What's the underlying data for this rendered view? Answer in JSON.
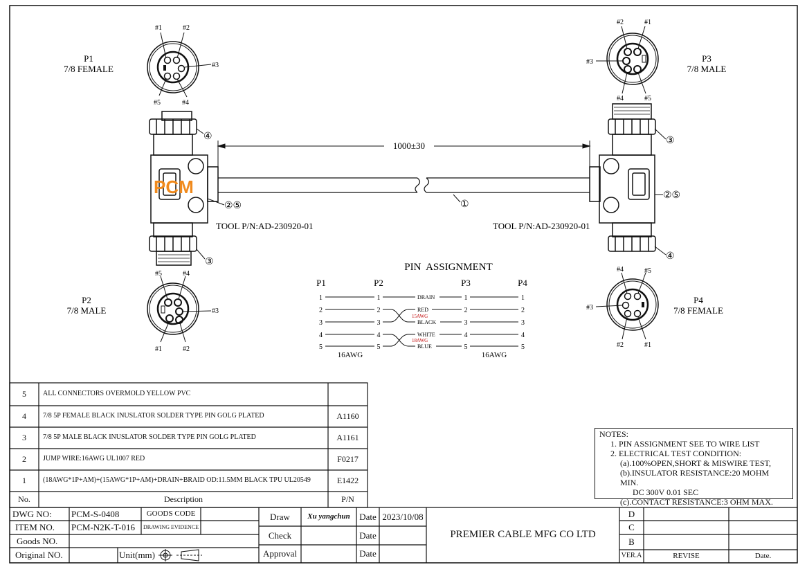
{
  "connectors": {
    "p1": {
      "name": "P1",
      "type": "7/8 FEMALE",
      "pins": [
        "#1",
        "#2",
        "#3",
        "#4",
        "#5"
      ]
    },
    "p2": {
      "name": "P2",
      "type": "7/8 MALE",
      "pins": [
        "#5",
        "#4",
        "#3",
        "#1",
        "#2"
      ]
    },
    "p3": {
      "name": "P3",
      "type": "7/8 MALE",
      "pins": [
        "#2",
        "#1",
        "#3",
        "#4",
        "#5"
      ]
    },
    "p4": {
      "name": "P4",
      "type": "7/8 FEMALE",
      "pins": [
        "#4",
        "#5",
        "#3",
        "#2",
        "#1"
      ]
    }
  },
  "callouts": {
    "c1": "①",
    "c3": "③",
    "c4": "④",
    "c25": "②⑤"
  },
  "tool_left": "TOOL P/N:AD-230920-01",
  "tool_right": "TOOL P/N:AD-230920-01",
  "length": "1000±30",
  "logo": "PCM",
  "pin_assignment": {
    "title": "PIN  ASSIGNMENT",
    "headers": [
      "P1",
      "P2",
      "P3",
      "P4"
    ],
    "rows": [
      {
        "l1": "1",
        "l2": "1",
        "label": "DRAIN",
        "r1": "1",
        "r2": "1"
      },
      {
        "l1": "2",
        "l2": "2",
        "label": "RED",
        "r1": "2",
        "r2": "2"
      },
      {
        "l1": "3",
        "l2": "3",
        "label": "BLACK",
        "r1": "3",
        "r2": "3"
      },
      {
        "l1": "4",
        "l2": "4",
        "label": "WHITE",
        "r1": "4",
        "r2": "4"
      },
      {
        "l1": "5",
        "l2": "5",
        "label": "BLUE",
        "r1": "5",
        "r2": "5"
      }
    ],
    "awg_red": "15AWG",
    "awg_blue": "18AWG",
    "gauge_left": "16AWG",
    "gauge_right": "16AWG"
  },
  "bom": {
    "header": {
      "no": "No.",
      "desc": "Description",
      "pn": "P/N"
    },
    "rows": [
      {
        "no": "5",
        "desc": "ALL CONNECTORS OVERMOLD YELLOW PVC",
        "pn": ""
      },
      {
        "no": "4",
        "desc": "7/8 5P FEMALE BLACK INUSLATOR SOLDER TYPE PIN GOLG PLATED",
        "pn": "A1160"
      },
      {
        "no": "3",
        "desc": "7/8 5P MALE BLACK INUSLATOR SOLDER TYPE PIN GOLG PLATED",
        "pn": "A1161"
      },
      {
        "no": "2",
        "desc": "JUMP WIRE:16AWG UL1007 RED",
        "pn": "F0217"
      },
      {
        "no": "1",
        "desc": "(18AWG*1P+AM)+(15AWG*1P+AM)+DRAIN+BRAID OD:11.5MM BLACK TPU UL20549",
        "pn": "E1422"
      }
    ]
  },
  "notes": {
    "title": "NOTES:",
    "lines": [
      "1. PIN ASSIGNMENT SEE TO WIRE LIST",
      "2. ELECTRICAL TEST CONDITION:",
      "(a).100%OPEN,SHORT & MISWIRE TEST,",
      "(b).INSULATOR RESISTANCE:20 MOHM MIN.",
      "DC 300V 0.01 SEC",
      "(c).CONTACT RESISTANCE:3 OHM MAX."
    ]
  },
  "title_block": {
    "dwg_no_label": "DWG NO:",
    "dwg_no": "PCM-S-0408",
    "goods_code": "GOODS CODE",
    "item_no_label": "ITEM NO.",
    "item_no": "PCM-N2K-T-016",
    "drawing_evidence": "DRAWING EVIDENCE",
    "goods_no_label": "Goods NO.",
    "original_no_label": "Original NO.",
    "unit": "Unit(mm)",
    "draw_label": "Draw",
    "drawer": "Xu yangchun",
    "date_label": "Date",
    "draw_date": "2023/10/08",
    "check_label": "Check",
    "check_date_label": "Date",
    "approval_label": "Approval",
    "approval_date_label": "Date",
    "company": "PREMIER CABLE MFG CO LTD",
    "rev_d": "D",
    "rev_c": "C",
    "rev_b": "B",
    "ver": "VER.A",
    "revise": "REVISE",
    "date_col": "Date."
  },
  "colors": {
    "line": "#111111",
    "logo": "#f08a1c",
    "awg_note": "#c00000"
  }
}
